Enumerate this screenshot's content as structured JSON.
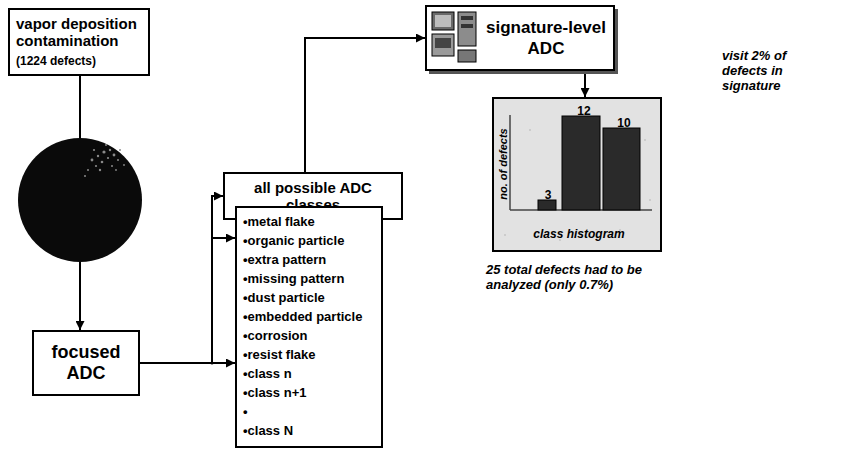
{
  "diagram": {
    "nodes": [
      {
        "text": [
          "vapor deposition contamination",
          "(1224 defects)"
        ]
      },
      {
        "text": [
          "focused ADC"
        ]
      },
      {
        "text": [
          "all possible ADC classes"
        ]
      },
      {
        "text": [
          "•metal flake",
          "•organic particle",
          "•extra pattern",
          "•missing pattern",
          "•dust particle",
          "•embedded particle",
          "•corrosion",
          "•resist flake",
          "•class n",
          "•class n+1",
          "•",
          "•class N"
        ]
      },
      {
        "text": [
          "signature-level ADC"
        ]
      },
      {
        "text": [
          "12",
          "10",
          "3",
          "no. of defects",
          "class histogram"
        ]
      }
    ],
    "edges": [
      {
        "from": 0,
        "to": 1,
        "arrow": "to"
      },
      {
        "from": 1,
        "to": 2,
        "arrow": "to"
      },
      {
        "from": 1,
        "to": 3,
        "arrow": "to"
      },
      {
        "from": 2,
        "to": 4,
        "arrow": "to"
      },
      {
        "from": 4,
        "to": 5,
        "arrow": "to"
      }
    ],
    "labels": [
      "visit 2% of defects in signature",
      "25 total defects had to be analyzed (only 0.7%)"
    ]
  }
}
